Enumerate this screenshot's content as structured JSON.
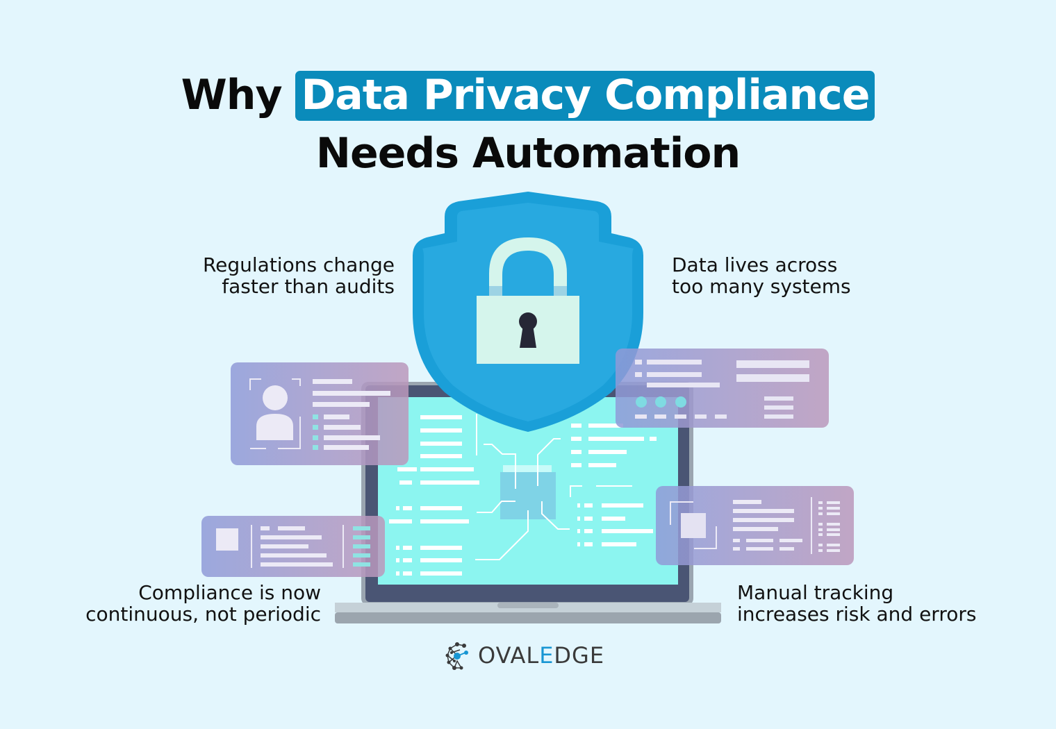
{
  "header": {
    "title_prefix": "Why",
    "title_highlight": "Data Privacy Compliance",
    "title_line2": "Needs Automation",
    "highlight_color": "#0a8bbb"
  },
  "points": [
    {
      "position": "top-left",
      "line1": "Regulations change",
      "line2": "faster than audits"
    },
    {
      "position": "top-right",
      "line1": "Data lives across",
      "line2": "too many systems"
    },
    {
      "position": "bottom-left",
      "line1": "Compliance is now",
      "line2": "continuous, not periodic"
    },
    {
      "position": "bottom-right",
      "line1": "Manual tracking",
      "line2": "increases risk and errors"
    }
  ],
  "illustration": {
    "center_icon": "shield-lock-icon",
    "device": "laptop-icon",
    "cards": [
      "id-card-icon",
      "data-card-icon",
      "data-card-icon",
      "document-card-icon"
    ],
    "colors": {
      "shield": "#28a9e0",
      "shield_border": "#1a9fd8",
      "lock_body": "#d5f5ec",
      "screen": "#8cf5f0",
      "laptop_frame": "#4a5574",
      "laptop_base": "#c5d1d8",
      "card_start": "#9aa3dc",
      "card_end": "#c4a3c4"
    }
  },
  "logo": {
    "text_before": "OVAL",
    "text_accent": "E",
    "text_after": "DGE",
    "accent_color": "#1896d3"
  }
}
